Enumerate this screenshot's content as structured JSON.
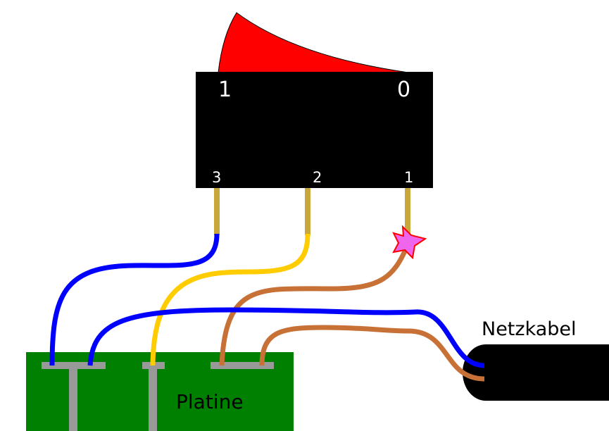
{
  "switch": {
    "position_on": "1",
    "position_off": "0",
    "pin_3": "3",
    "pin_2": "2",
    "pin_1": "1"
  },
  "labels": {
    "board": "Platine",
    "cable": "Netzkabel"
  },
  "colors": {
    "rocker": "#ff0000",
    "switch_body": "#000000",
    "pin": "#c8a83c",
    "wire_blue": "#0000ff",
    "wire_yellow": "#ffcc00",
    "wire_brown": "#c87137",
    "board": "#008000",
    "board_pad": "#999999",
    "spark_fill": "#ee66ee",
    "spark_stroke": "#ff0000",
    "cable": "#000000"
  },
  "icons": {
    "spark": "star-icon"
  }
}
